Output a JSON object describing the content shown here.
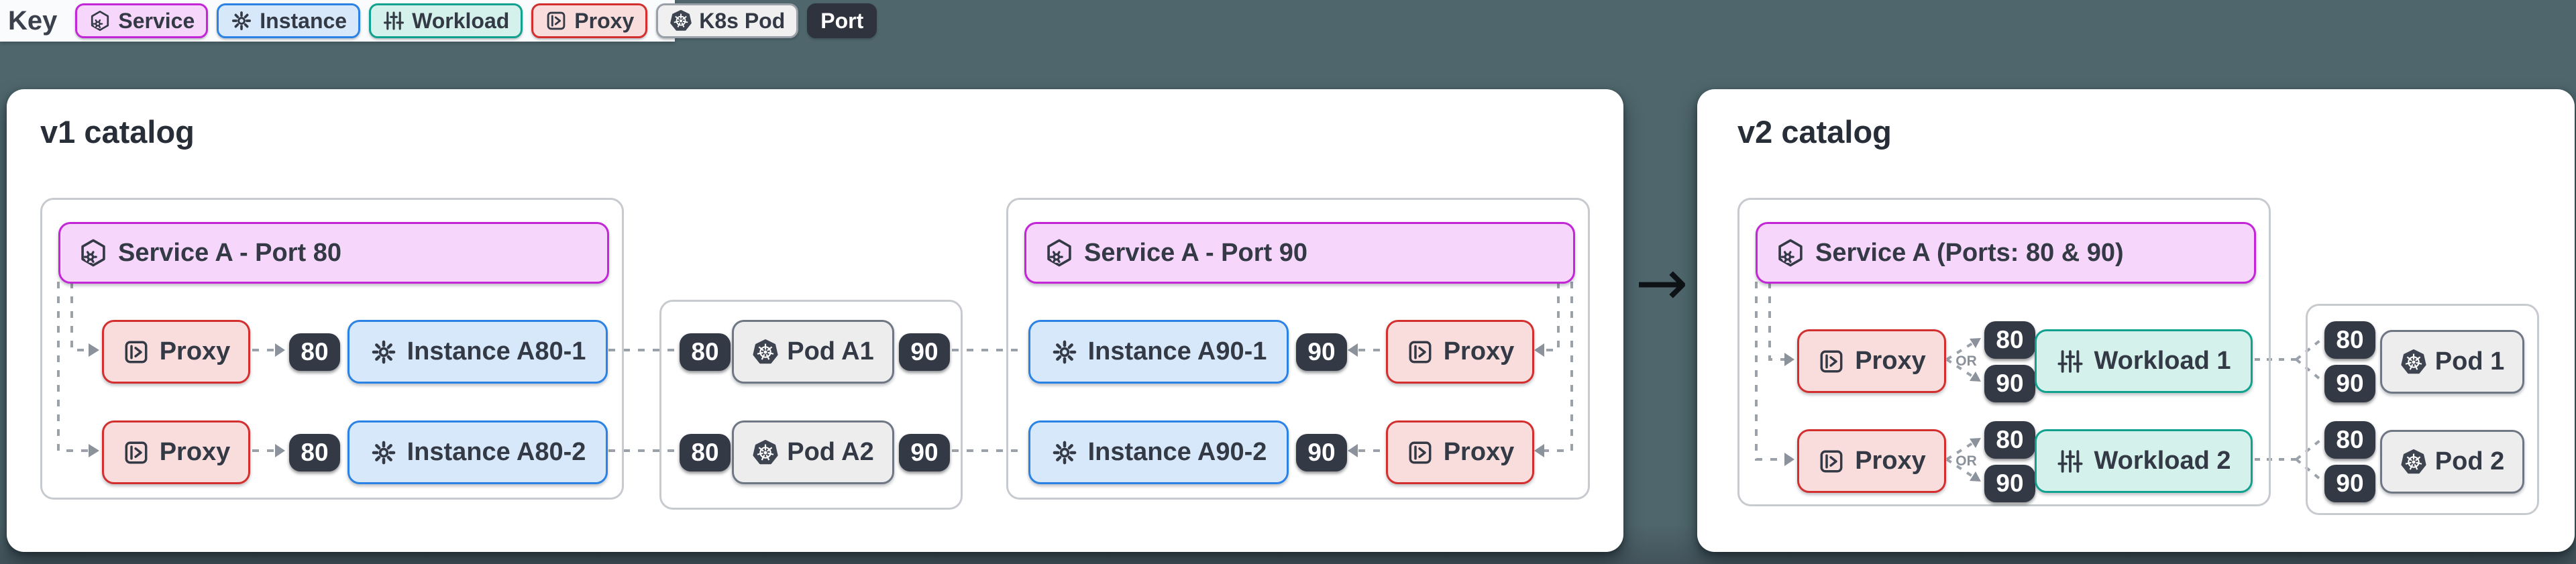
{
  "key": {
    "label": "Key",
    "items": [
      {
        "label": "Service",
        "icon": "service-icon",
        "bg": "#f6d6fa",
        "border": "#c326d6"
      },
      {
        "label": "Instance",
        "icon": "gear-icon",
        "bg": "#d8e8fb",
        "border": "#2a82e4"
      },
      {
        "label": "Workload",
        "icon": "sliders-icon",
        "bg": "#d5f1ec",
        "border": "#11a18f"
      },
      {
        "label": "Proxy",
        "icon": "proxy-icon",
        "bg": "#f9dcdc",
        "border": "#d32f2f"
      },
      {
        "label": "K8s Pod",
        "icon": "k8s-icon",
        "bg": "#f0f0f1",
        "border": "#9aa0a8"
      },
      {
        "label": "Port",
        "icon": "none",
        "bg": "#2e333d",
        "border": "#2e333d"
      }
    ]
  },
  "v1": {
    "title": "v1 catalog",
    "group80": {
      "service_label": "Service A - Port 80",
      "service_icon": "service-icon",
      "rows": [
        {
          "proxy_label": "Proxy",
          "port": "80",
          "instance_label": "Instance A80-1"
        },
        {
          "proxy_label": "Proxy",
          "port": "80",
          "instance_label": "Instance A80-2"
        }
      ]
    },
    "pods": {
      "rows": [
        {
          "port_left": "80",
          "pod_label": "Pod A1",
          "port_right": "90"
        },
        {
          "port_left": "80",
          "pod_label": "Pod A2",
          "port_right": "90"
        }
      ]
    },
    "group90": {
      "service_label": "Service A - Port 90",
      "service_icon": "service-icon",
      "rows": [
        {
          "instance_label": "Instance A90-1",
          "port": "90",
          "proxy_label": "Proxy"
        },
        {
          "instance_label": "Instance A90-2",
          "port": "90",
          "proxy_label": "Proxy"
        }
      ]
    }
  },
  "transition": {
    "arrow": "→"
  },
  "v2": {
    "title": "v2 catalog",
    "group": {
      "service_label": "Service A (Ports: 80 & 90)",
      "service_icon": "service-icon",
      "rows": [
        {
          "proxy_label": "Proxy",
          "or_label": "OR",
          "port_top": "80",
          "port_bottom": "90",
          "workload_label": "Workload 1"
        },
        {
          "proxy_label": "Proxy",
          "or_label": "OR",
          "port_top": "80",
          "port_bottom": "90",
          "workload_label": "Workload 2"
        }
      ]
    },
    "pods": {
      "rows": [
        {
          "port_top": "80",
          "port_bottom": "90",
          "pod_label": "Pod 1"
        },
        {
          "port_top": "80",
          "port_bottom": "90",
          "pod_label": "Pod 2"
        }
      ]
    }
  },
  "colors": {
    "background": "#4e666c",
    "panel": "#ffffff",
    "group_border": "#c7cacf",
    "service_bg": "#f6d6fa",
    "service_border": "#c326d6",
    "instance_bg": "#d8e8fb",
    "instance_border": "#2a82e4",
    "workload_bg": "#d5f1ec",
    "workload_border": "#11a18f",
    "proxy_bg": "#f9dcdc",
    "proxy_border": "#d32f2f",
    "pod_bg": "#ededee",
    "pod_border": "#6f7784",
    "port_bg": "#333945",
    "connector": "#9ba1a9",
    "text": "#333a45"
  }
}
